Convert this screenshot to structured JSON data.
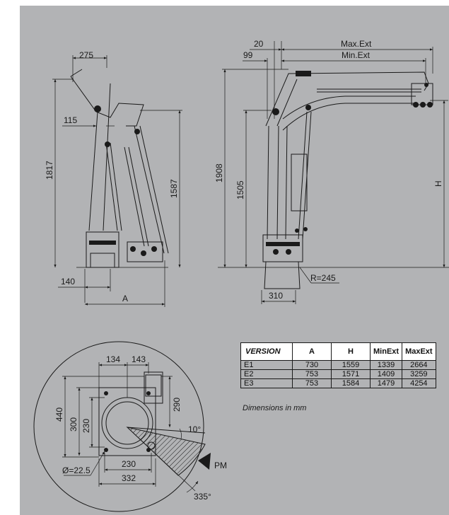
{
  "left_view": {
    "dim_275": "275",
    "dim_115": "115",
    "dim_1817": "1817",
    "dim_1587": "1587",
    "dim_140": "140",
    "dim_A": "A"
  },
  "right_view": {
    "dim_20": "20",
    "dim_99": "99",
    "dim_max_ext": "Max.Ext",
    "dim_min_ext": "Min.Ext",
    "dim_1908": "1908",
    "dim_1505": "1505",
    "dim_H": "H",
    "dim_R245": "R=245",
    "dim_310": "310"
  },
  "plan_view": {
    "dim_134": "134",
    "dim_143": "143",
    "dim_440": "440",
    "dim_300": "300",
    "dim_230v": "230",
    "dim_290": "290",
    "dim_10deg": "10°",
    "dim_pm": "PM",
    "dim_dia": "Ø=22.5",
    "dim_230h": "230",
    "dim_332": "332",
    "dim_335deg": "335°"
  },
  "table": {
    "headers": [
      "VERSION",
      "A",
      "H",
      "MinExt",
      "MaxExt"
    ],
    "rows": [
      [
        "E1",
        "730",
        "1559",
        "1339",
        "2664"
      ],
      [
        "E2",
        "753",
        "1571",
        "1409",
        "3259"
      ],
      [
        "E3",
        "753",
        "1584",
        "1479",
        "4254"
      ]
    ]
  },
  "note": "Dimensions in mm"
}
